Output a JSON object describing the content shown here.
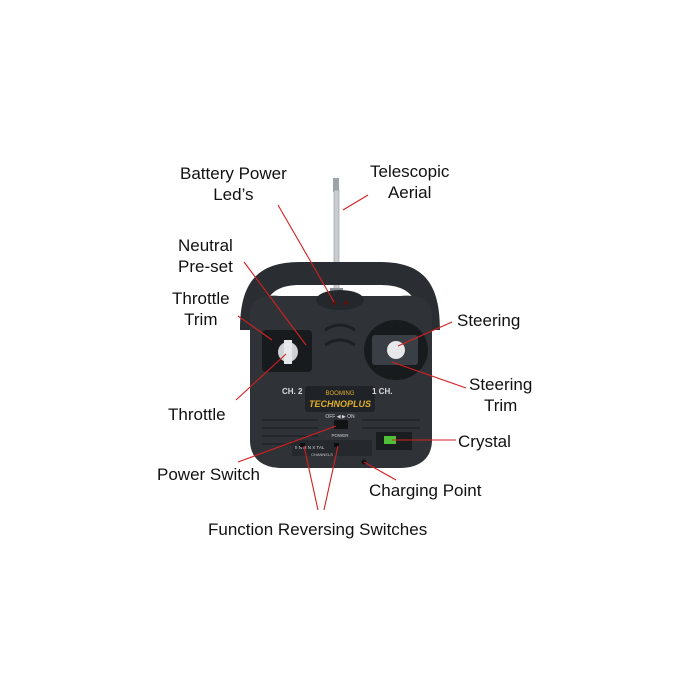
{
  "diagram": {
    "labels": [
      {
        "id": "battery_leds",
        "lines": [
          "Battery Power",
          "Led’s"
        ]
      },
      {
        "id": "aerial",
        "lines": [
          "Telescopic",
          "Aerial"
        ]
      },
      {
        "id": "neutral",
        "lines": [
          "Neutral",
          "Pre-set"
        ]
      },
      {
        "id": "throttle_trim",
        "lines": [
          "Throttle",
          "Trim"
        ]
      },
      {
        "id": "steering",
        "lines": [
          "Steering"
        ]
      },
      {
        "id": "throttle",
        "lines": [
          "Throttle"
        ]
      },
      {
        "id": "steering_trim",
        "lines": [
          "Steering",
          "Trim"
        ]
      },
      {
        "id": "crystal",
        "lines": [
          "Crystal"
        ]
      },
      {
        "id": "power_switch",
        "lines": [
          "Power Switch"
        ]
      },
      {
        "id": "charging",
        "lines": [
          "Charging Point"
        ]
      },
      {
        "id": "reversing",
        "lines": [
          "Function Reversing Switches"
        ]
      }
    ],
    "device_text": {
      "brand_top": "BOOMING",
      "brand": "TECHNOPLUS",
      "ch2": "CH. 2",
      "ch1": "1 CH.",
      "switch_text": "OFF ◀ ▶ ON",
      "power": "POWER",
      "reverse_row": "II    N R    N  X TAL",
      "channels": "CHANNELS"
    },
    "colors": {
      "body": "#2f3338",
      "body_dark": "#1c1f23",
      "leader_line": "#d42020",
      "aerial": "#c9ccd0",
      "brand_gold": "#e0b02a",
      "crystal_green": "#4fbf3a"
    }
  }
}
